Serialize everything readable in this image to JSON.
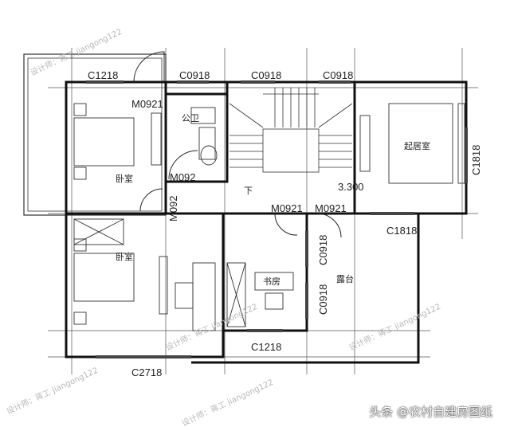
{
  "rooms": {
    "bedroom_upper": "卧室",
    "bedroom_lower": "卧室",
    "bathroom": "公卫",
    "living": "起居室",
    "study": "书房",
    "terrace": "露台",
    "stair_down": "下"
  },
  "labels": {
    "c1218_top": "C1218",
    "c0918_a": "C0918",
    "c0918_b": "C0918",
    "c0918_c": "C0918",
    "m0921_bed": "M0921",
    "m092_bath": "M092",
    "m092_vert": "M092",
    "elevation": "3.300",
    "c1818_right": "C1818",
    "m0921_study": "M0921",
    "m0921_terrace": "M0921",
    "c1818_terrace": "C1818",
    "c0918_study_upper": "C0918",
    "c0918_study_lower": "C0918",
    "c1218_study": "C1218",
    "c2718": "C2718"
  },
  "watermark": "设计师：蒋工 jiangong122",
  "footer": "头条 @农村自建房图纸"
}
